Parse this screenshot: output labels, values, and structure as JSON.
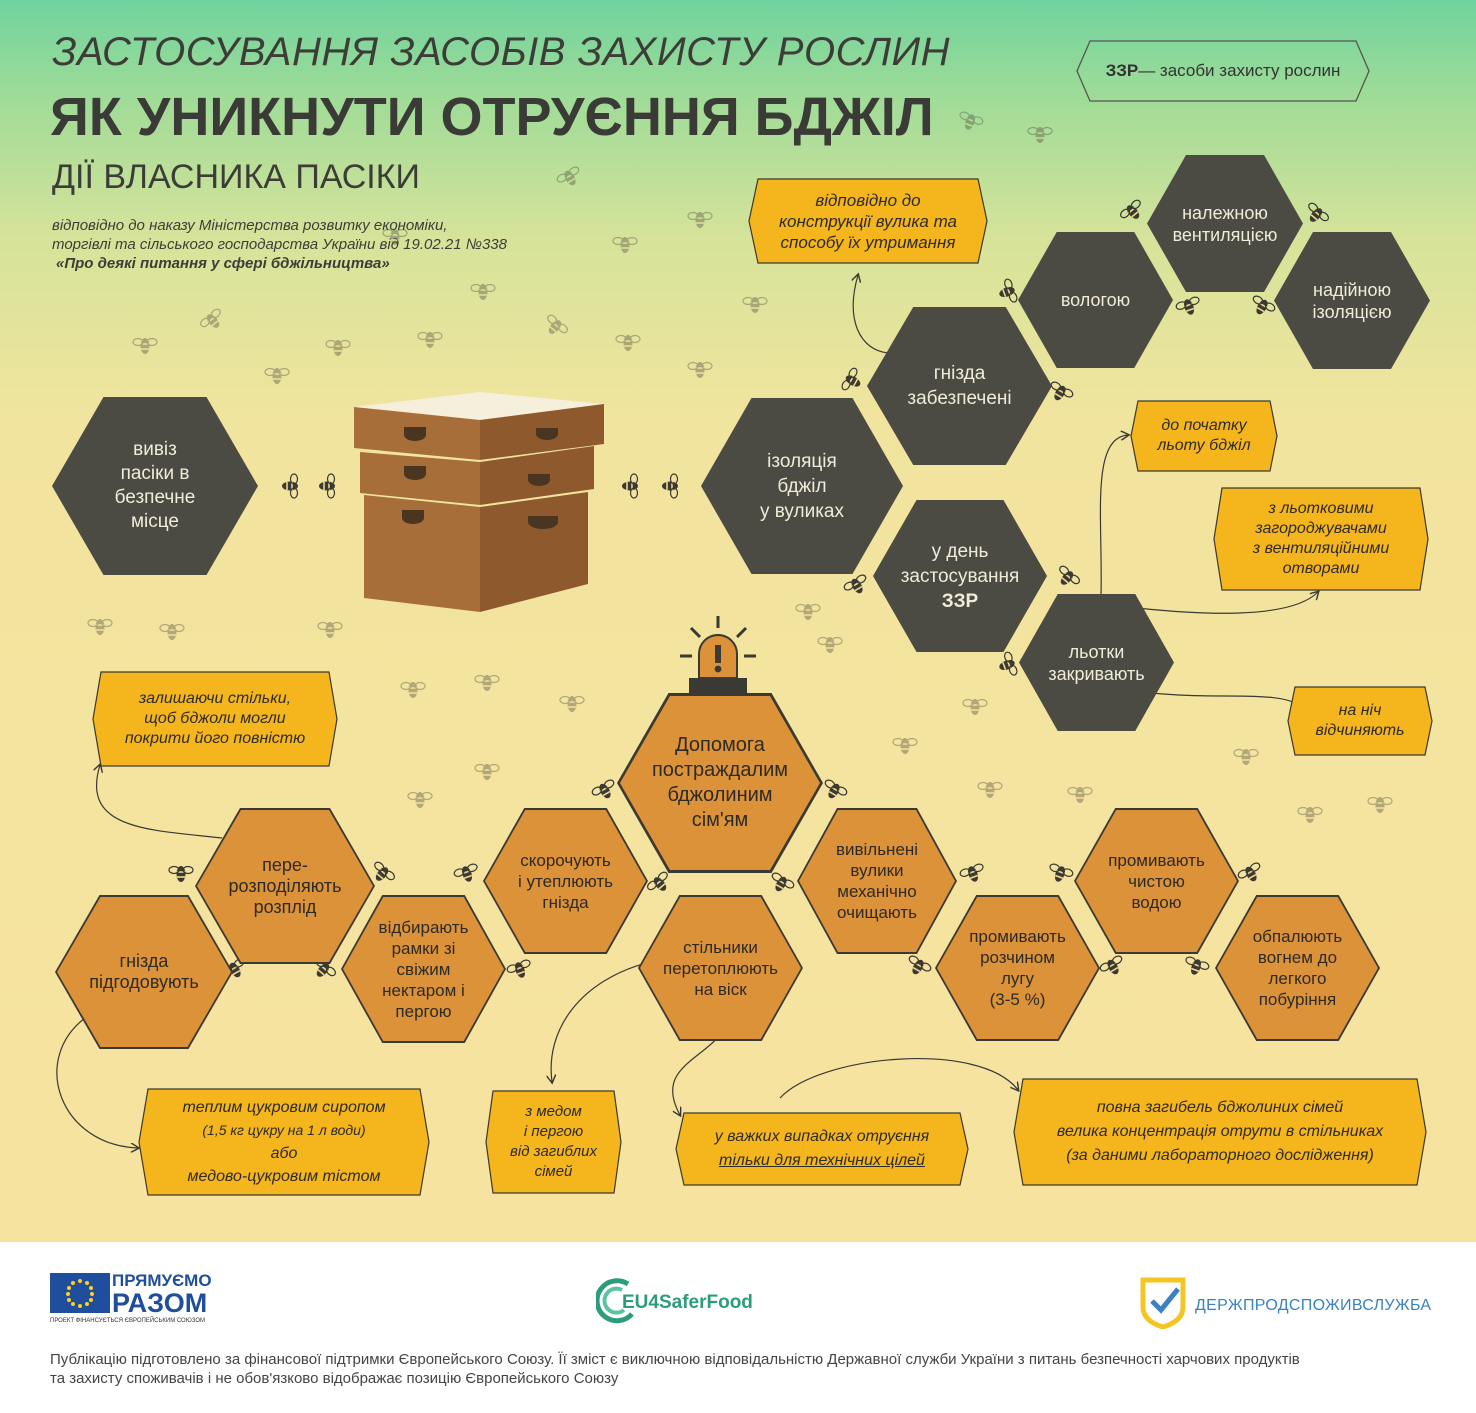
{
  "header": {
    "subtitle": "ЗАСТОСУВАННЯ ЗАСОБІВ ЗАХИСТУ РОСЛИН",
    "title": "ЯК УНИКНУТИ ОТРУЄННЯ БДЖІЛ",
    "section": "ДІЇ ВЛАСНИКА ПАСІКИ",
    "reference_line1": "відповідно до наказу Міністерства розвитку економіки,",
    "reference_line2": "торгівлі та сільського господарства України від 19.02.21 №338",
    "reference_line3": "«Про деякі питання у сфері бджільництва»"
  },
  "definition": {
    "abbr": "ЗЗР",
    "text": " — засоби захисту рослин"
  },
  "hexes": {
    "remove": [
      "вивіз",
      "пасіки в",
      "безпечне",
      "місце"
    ],
    "isolation": [
      "ізоляція",
      "бджіл",
      "у вуликах"
    ],
    "nests": [
      "гнізда",
      "забезпечені"
    ],
    "moisture": [
      "вологою"
    ],
    "ventilation": [
      "належною",
      "вентиляцією"
    ],
    "insulation": [
      "надійною",
      "ізоляцією"
    ],
    "day_line1": "у день",
    "day_line2": "застосування",
    "day_line3": "ЗЗР",
    "entrances": [
      "льотки",
      "закривають"
    ],
    "help": [
      "Допомога",
      "постраждалим",
      "бджолиним",
      "сім'ям"
    ],
    "redistribute": [
      "пере-",
      "розподіляють",
      "розплід"
    ],
    "feed": [
      "гнізда",
      "підгодовують"
    ],
    "select": [
      "відбирають",
      "рамки зі",
      "свіжим",
      "нектаром і",
      "пергою"
    ],
    "reduce": [
      "скорочують",
      "і утеплюють",
      "гнізда"
    ],
    "combs": [
      "стільники",
      "перетоплюють",
      "на віск"
    ],
    "cleaned": [
      "вивільнені",
      "вулики",
      "механічно",
      "очищають"
    ],
    "lye": [
      "промивають",
      "розчином",
      "лугу",
      "(3-5 %)"
    ],
    "water": [
      "промивають",
      "чистою",
      "водою"
    ],
    "fire": [
      "обпалюють",
      "вогнем до",
      "легкого",
      "побуріння"
    ]
  },
  "notes": {
    "construction": [
      "відповідно до",
      "конструкції вулика та",
      "способу їх утримання"
    ],
    "before_flight": [
      "до початку",
      "льоту бджіл"
    ],
    "guards": [
      "з льотковими",
      "загороджувачами",
      "з вентиляційними",
      "отворами"
    ],
    "night": [
      "на ніч",
      "відчиняють"
    ],
    "leave_combs": [
      "залишаючи стільки,",
      "щоб бджоли могли",
      "покрити його повністю"
    ],
    "syrup": [
      "теплим цукровим сиропом",
      "(1,5 кг цукру на 1 л води)",
      "або",
      "медово-цукровим тістом"
    ],
    "honey": [
      "з медом",
      "і пергою",
      "від загиблих",
      "сімей"
    ],
    "technical_line1": "у важких випадках отруєння",
    "technical_line2": "тільки для технічних цілей",
    "death_line1": "повна загибель бджолиних сімей",
    "death_line2": "велика концентрація отрути в стільниках",
    "death_line3": "(за даними лабораторного дослідження)"
  },
  "footer": {
    "logo1_line1": "ПРЯМУЄМО",
    "logo1_line2": "РАЗОМ",
    "logo1_small": "ПРОЕКТ ФІНАНСУЄТЬСЯ ЄВРОПЕЙСЬКИМ СОЮЗОМ",
    "logo2": "EU4SaferFood",
    "logo3": "ДЕРЖПРОДСПОЖИВСЛУЖБА",
    "disclaimer_line1": "Публікацію підготовлено за фінансової підтримки Європейського Союзу. Її зміст є виключною відповідальністю Державної служби України з питань безпечності харчових продуктів",
    "disclaimer_line2": "та захисту споживачів і не обов'язково відображає позицію Європейського Союзу"
  },
  "colors": {
    "dark_hex": "#4b4a43",
    "orange_hex": "#dc9238",
    "note_fill": "#f5b51c",
    "eu_blue": "#1f4e9c",
    "eu_star": "#ffd21f",
    "green": "#2d9c7c",
    "sluzhba_blue": "#3a82c4",
    "sluzhba_yellow": "#f3c624"
  }
}
